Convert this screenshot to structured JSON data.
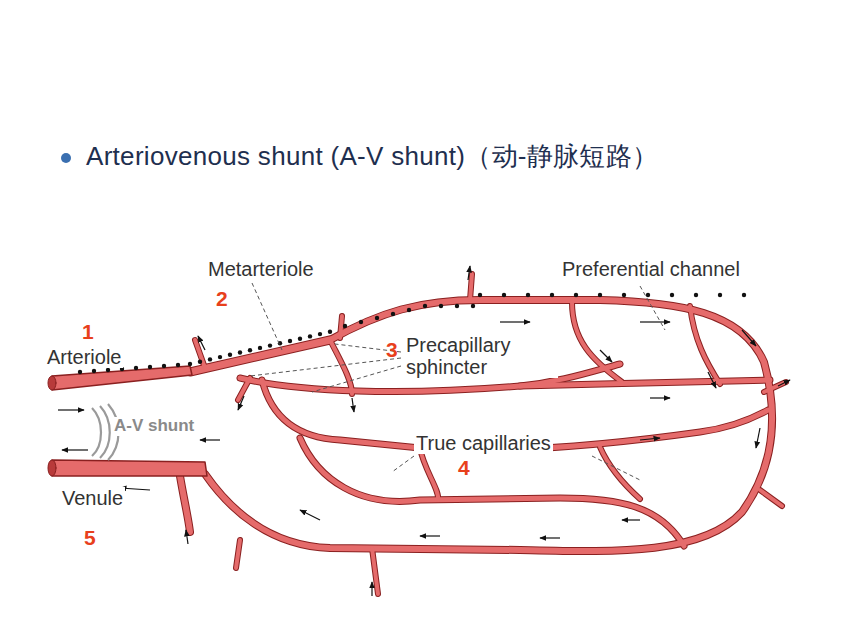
{
  "diagram": {
    "title": "Arteriovenous shunt (A-V shunt)（动-静脉短路）",
    "labels": [
      "Metarteriole",
      "Preferential channel",
      "Arteriole",
      "Precapillary sphincter",
      "True capillaries",
      "A-V shunt",
      "Venule",
      "1",
      "2",
      "3",
      "4",
      "5"
    ]
  }
}
